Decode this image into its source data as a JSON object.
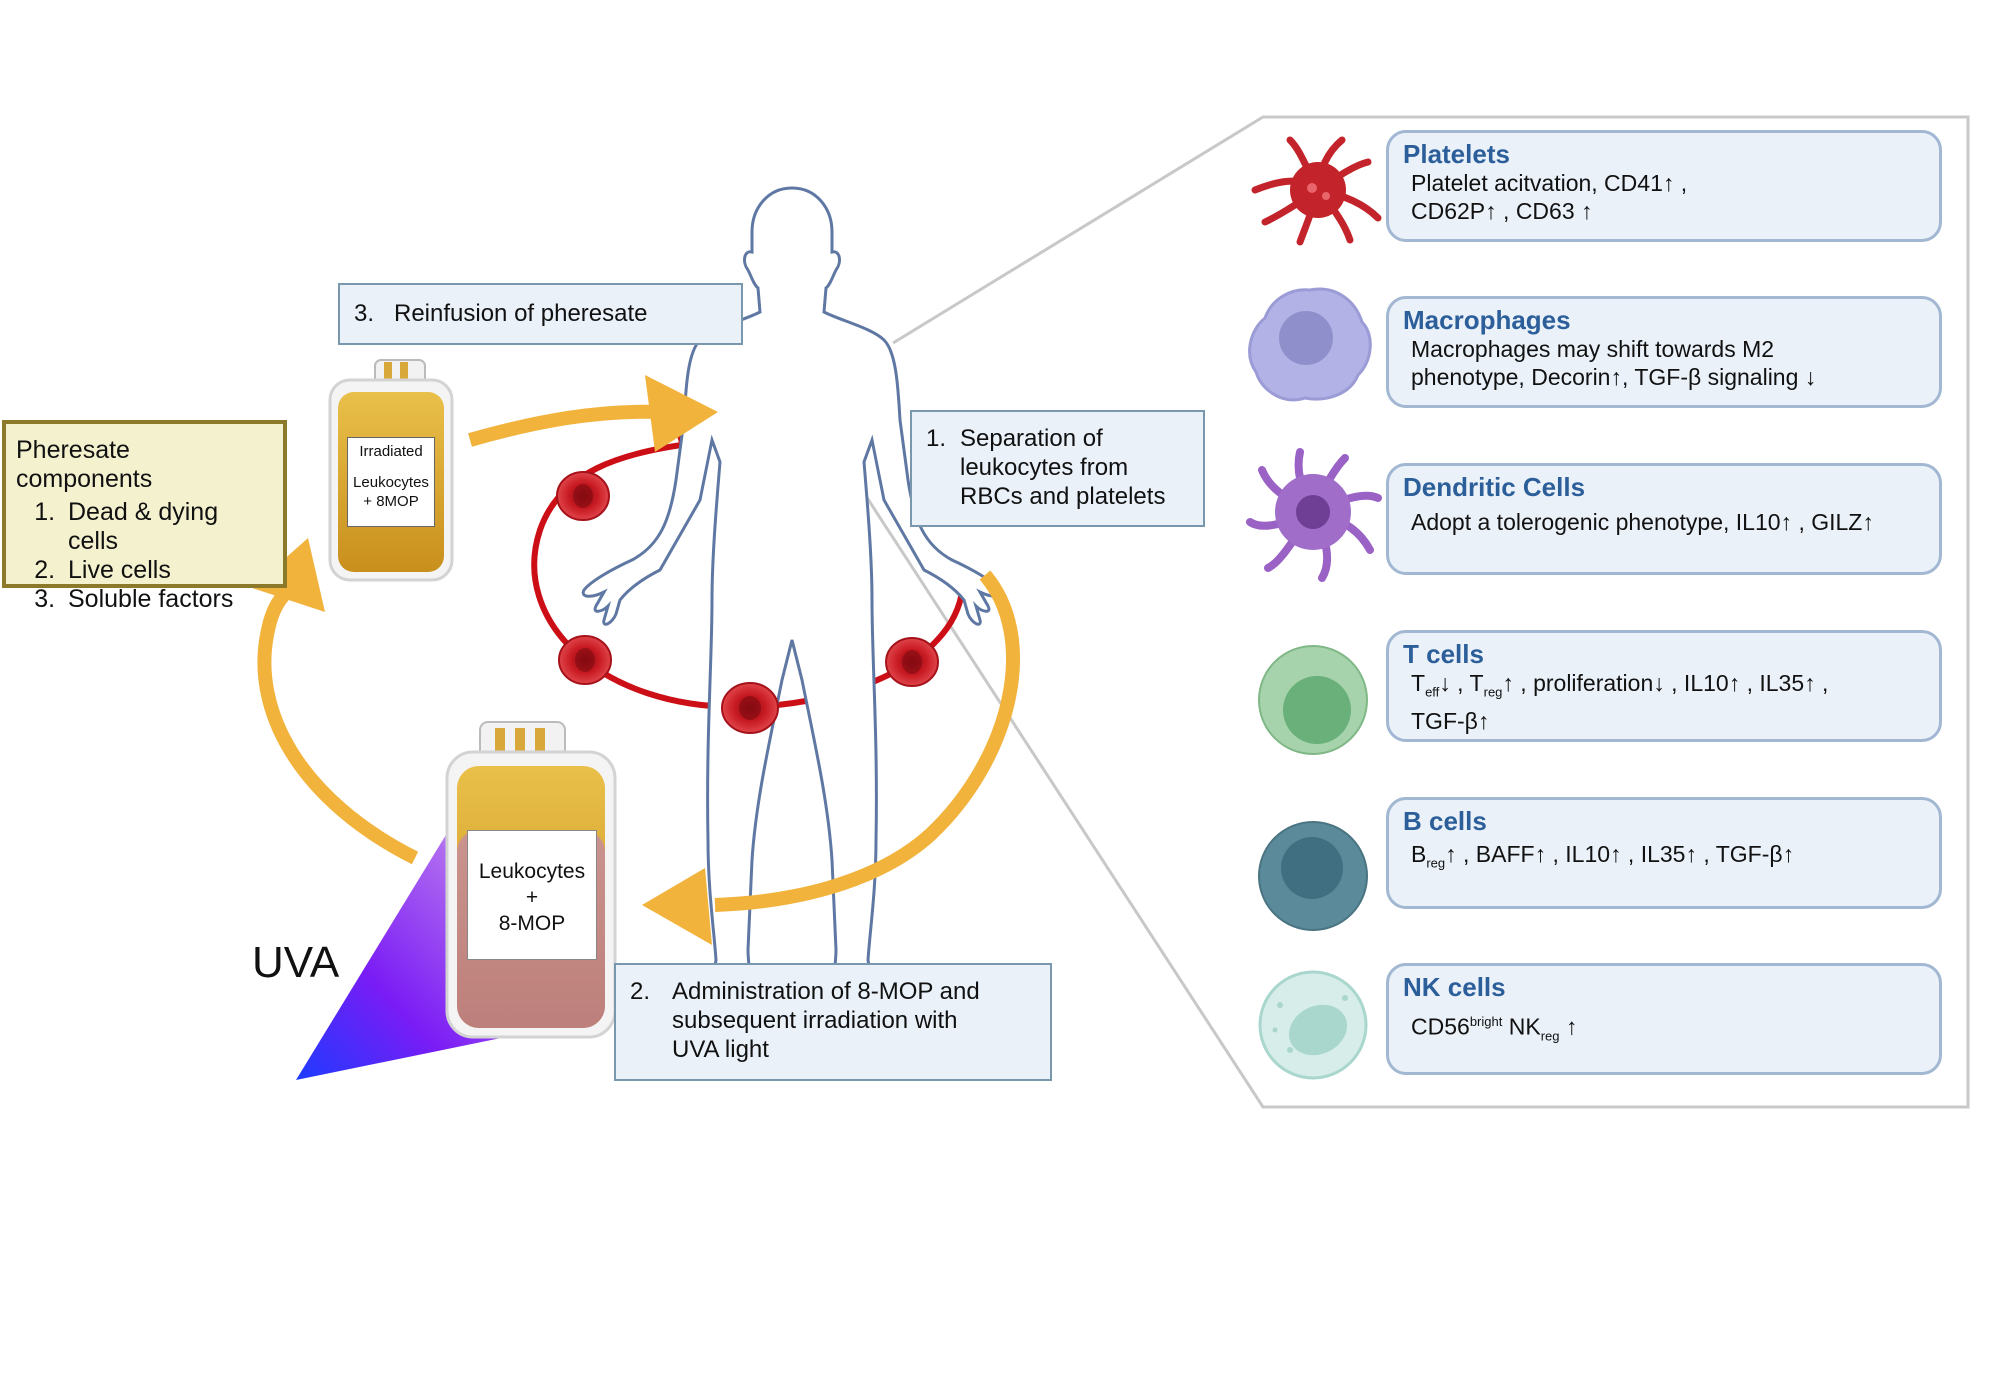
{
  "steps": {
    "reinfusion": {
      "num": "3.",
      "text": "Reinfusion of pheresate"
    },
    "separation": {
      "num": "1.",
      "line1": "Separation of",
      "line2": "leukocytes from",
      "line3": "RBCs and platelets"
    },
    "administration": {
      "num": "2.",
      "line1": "Administration of 8-MOP and",
      "line2": "subsequent irradiation with",
      "line3": "UVA light"
    }
  },
  "pheresate": {
    "title": "Pheresate components",
    "items": [
      "Dead & dying cells",
      "Live cells",
      "Soluble factors"
    ]
  },
  "small_bag": {
    "line1": "Irradiated",
    "line2": "Leukocytes",
    "line3": "+ 8MOP"
  },
  "large_bag": {
    "line1": "Leukocytes",
    "line2": "+",
    "line3": "8-MOP"
  },
  "uva_label": "UVA",
  "cells": {
    "platelets": {
      "title": "Platelets",
      "line1": "Platelet acitvation, CD41↑ ,",
      "line2": "CD62P↑ , CD63 ↑"
    },
    "macrophages": {
      "title": "Macrophages",
      "line1": "Macrophages may shift towards M2",
      "line2": "phenotype, Decorin↑, TGF-β signaling ↓"
    },
    "dendritic": {
      "title": "Dendritic Cells",
      "line1": "Adopt a tolerogenic phenotype, IL10↑ , GILZ↑"
    },
    "tcells": {
      "title": "T cells",
      "t1": "T",
      "t1_sub": "eff",
      "t1_rest": "↓ , ",
      "t2": "T",
      "t2_sub": "reg",
      "t2_rest": "↑ , proliferation↓ , IL10↑ , IL35↑ ,",
      "line2": "TGF-β↑"
    },
    "bcells": {
      "title": "B cells",
      "b1": "B",
      "b1_sub": "reg",
      "b1_rest": "↑ , BAFF↑ , IL10↑ , IL35↑ , TGF-β↑"
    },
    "nkcells": {
      "title": "NK cells",
      "n1": "CD56",
      "n1_sup": "bright",
      "n2": "NK",
      "n2_sub": "reg",
      "n2_rest": " ↑"
    }
  },
  "colors": {
    "orange_arrow": "#f2b33d",
    "red_loop": "#cc0e16",
    "body_outline": "#5f78a3",
    "card_fill": "#eaf1f9",
    "card_border": "#a2b8d2",
    "card_title": "#2c5f9a"
  },
  "icons": [
    "human-body-outline-icon",
    "red-blood-cell-icon",
    "blood-bag-icon",
    "uva-light-beam-icon",
    "platelet-icon",
    "macrophage-icon",
    "dendritic-cell-icon",
    "t-cell-icon",
    "b-cell-icon",
    "nk-cell-icon"
  ]
}
